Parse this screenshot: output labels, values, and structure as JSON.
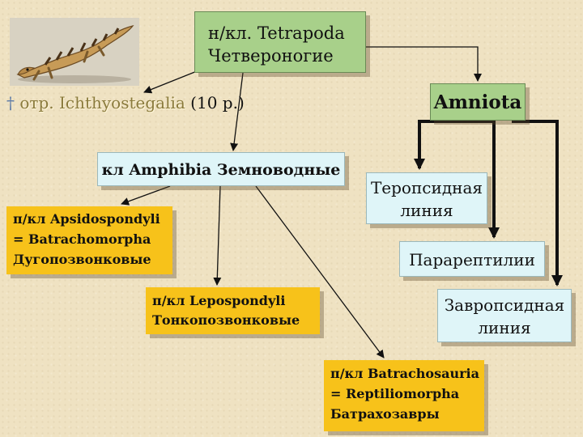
{
  "tetrapoda": {
    "line1": "н/кл. Tetrapoda",
    "line2": "Четвероногие"
  },
  "ichthyostegalia": {
    "dagger": "†",
    "taxon": "отр. Ichthyostegalia",
    "count": " (10 р.)"
  },
  "amniota": {
    "label": "Amniota"
  },
  "amphibia": {
    "label": "кл Amphibia Земноводные"
  },
  "apsidospondyli": {
    "line1": "п/кл Apsidospondyli",
    "line2": "= Batrachomorpha",
    "line3": "Дугопозвонковые"
  },
  "lepospondyli": {
    "line1": "п/кл Lepospondyli",
    "line2": "Тонкопозвонковые"
  },
  "batrachosauria": {
    "line1": "п/кл Batrachosauria",
    "line2": "= Reptiliomorpha",
    "line3": "Батрахозавры"
  },
  "theropsid": {
    "line1": "Теропсидная",
    "line2": "линия"
  },
  "parareptiles": {
    "label": "Парарептилии"
  },
  "sauropsid": {
    "line1": "Завропсидная",
    "line2": "линия"
  },
  "colors": {
    "yellow_box": "#f7c21a",
    "green_box": "#a8d08a",
    "cyan_box": "#dff5f8",
    "arrow": "#111111"
  }
}
